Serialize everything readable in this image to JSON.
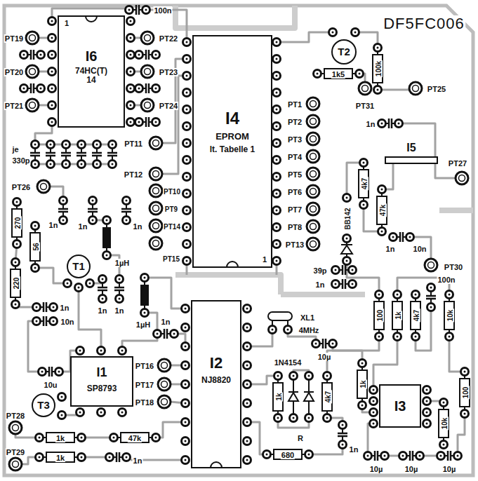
{
  "diagram": {
    "nodes": [
      {
        "text": [
          "1",
          "I6",
          "74HC(T) 14"
        ]
      },
      {
        "text": [
          "I4",
          "EPROM",
          "lt. Tabelle 1",
          "1"
        ]
      },
      {
        "text": [
          "I2",
          "NJ8820"
        ]
      },
      {
        "text": [
          "I1",
          "SP8793"
        ]
      },
      {
        "text": [
          "I3"
        ]
      },
      {
        "text": [
          "I5"
        ]
      },
      {
        "text": [
          "T1"
        ]
      },
      {
        "text": [
          "T2"
        ]
      },
      {
        "text": [
          "T3"
        ]
      }
    ],
    "labels": [
      "DF5FC006",
      "100n",
      "PT19",
      "PT20",
      "PT21",
      "PT22",
      "PT23",
      "PT24",
      "je",
      "330p",
      "PT11",
      "PT12",
      "PT10",
      "PT9",
      "PT14",
      "PT15",
      "PT1",
      "PT2",
      "PT3",
      "PT4",
      "PT5",
      "PT6",
      "PT7",
      "PT8",
      "PT13",
      "1k5",
      "100k",
      "PT31",
      "PT25",
      "1n",
      "PT27",
      "4k7",
      "47k",
      "BB142",
      "1n",
      "10n",
      "PT30",
      "39p",
      "1n",
      "100n",
      "100",
      "1k",
      "4k7",
      "10k",
      "PT26",
      "270",
      "1n",
      "1n",
      "1n",
      "56",
      "220",
      "1µH",
      "1µH",
      "1n",
      "1n",
      "1n",
      "10n",
      "1n",
      "10u",
      "PT16",
      "PT17",
      "PT18",
      "XL1",
      "4MHz",
      "1N4154",
      "10µ",
      "1k",
      "4k7",
      "R",
      "680",
      "1n",
      "1k",
      "100",
      "10k",
      "10µ",
      "10µ",
      "10µ",
      "PT28",
      "PT29",
      "1k",
      "1k",
      "47k",
      "1n"
    ]
  }
}
